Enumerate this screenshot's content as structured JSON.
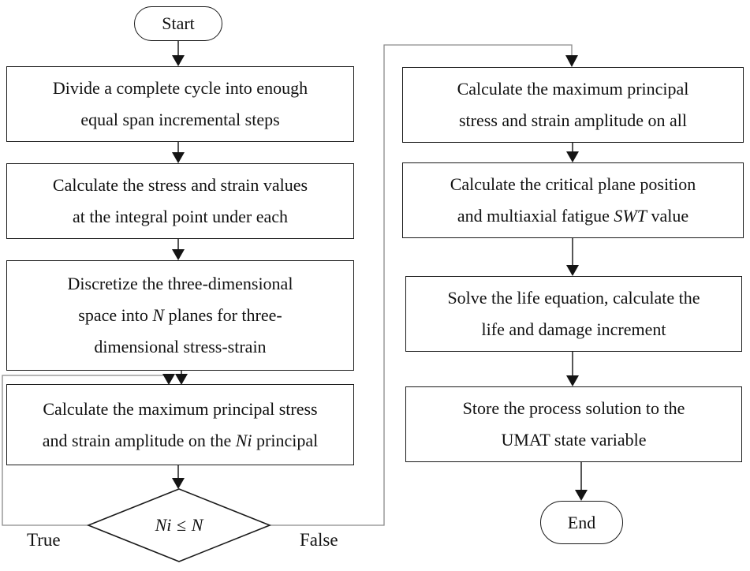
{
  "flowchart": {
    "start_label": "Start",
    "end_label": "End",
    "boxes": {
      "divide": {
        "l1": "Divide a complete cycle into enough",
        "l2": "equal span incremental steps"
      },
      "stress_values": {
        "l1": "Calculate the stress and strain values",
        "l2": "at the integral point under each"
      },
      "discretize": {
        "l1": "Discretize the three-dimensional",
        "l2_pre": "space into",
        "l2_var": "N",
        "l2_post": "planes for three-",
        "l3": "dimensional stress-strain"
      },
      "max_principal_ni": {
        "l1": "Calculate the maximum principal stress",
        "l2_pre": "and strain amplitude on the",
        "l2_var": "Ni",
        "l2_post": "principal"
      },
      "max_principal_all": {
        "l1": "Calculate the maximum principal",
        "l2": "stress and strain amplitude on all"
      },
      "critical_plane": {
        "l1": "Calculate the critical plane position",
        "l2_pre": "and multiaxial fatigue",
        "l2_var": "SWT",
        "l2_post": "value"
      },
      "solve_life": {
        "l1": "Solve the life equation, calculate the",
        "l2": "life and damage increment"
      },
      "store_umat": {
        "l1": "Store the process solution to the",
        "l2": "UMAT state variable"
      }
    },
    "decision": {
      "lhs": "Ni",
      "op": "≤",
      "rhs": "N",
      "true_label": "True",
      "false_label": "False"
    }
  },
  "colors": {
    "background": "#ffffff",
    "border": "#1a1a1a",
    "text": "#111111",
    "line": "#8a8a8a",
    "stem": "#2b2b2b",
    "arrow": "#141414"
  }
}
